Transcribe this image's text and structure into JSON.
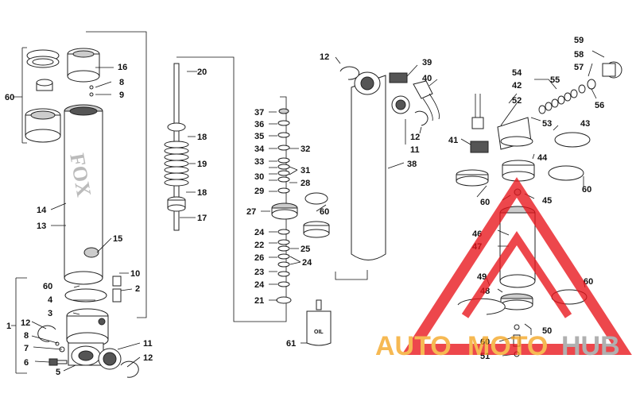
{
  "labels": {
    "l1": "1",
    "l2": "2",
    "l3": "3",
    "l4": "4",
    "l5": "5",
    "l6": "6",
    "l7": "7",
    "l8a": "8",
    "l8b": "8",
    "l9": "9",
    "l10": "10",
    "l11a": "11",
    "l11b": "11",
    "l12a": "12",
    "l12b": "12",
    "l12c": "12",
    "l12d": "12",
    "l13": "13",
    "l14": "14",
    "l15": "15",
    "l16": "16",
    "l17": "17",
    "l18a": "18",
    "l18b": "18",
    "l19": "19",
    "l20": "20",
    "l21": "21",
    "l22": "22",
    "l23": "23",
    "l24a": "24",
    "l24b": "24",
    "l24c": "24",
    "l25": "25",
    "l26": "26",
    "l27": "27",
    "l28": "28",
    "l29": "29",
    "l30": "30",
    "l31": "31",
    "l32": "32",
    "l33": "33",
    "l34": "34",
    "l35": "35",
    "l36": "36",
    "l37": "37",
    "l38": "38",
    "l39": "39",
    "l40": "40",
    "l41": "41",
    "l42": "42",
    "l43": "43",
    "l44": "44",
    "l45": "45",
    "l46": "46",
    "l47": "47",
    "l48": "48",
    "l49": "49",
    "l50": "50",
    "l51": "51",
    "l52": "52",
    "l53": "53",
    "l54": "54",
    "l55": "55",
    "l56": "56",
    "l57": "57",
    "l58": "58",
    "l59": "59",
    "l60a": "60",
    "l60b": "60",
    "l60c": "60",
    "l60d": "60",
    "l60e": "60",
    "l60f": "60",
    "l60g": "60",
    "l61": "61"
  },
  "oil_can_label": "OIL",
  "watermark": {
    "part1": "AUTO",
    "part2": "MOTO",
    "part3": "HUB"
  },
  "colors": {
    "watermark_red": "#e8141b",
    "watermark_orange": "#f4a623",
    "watermark_grey": "#9a9a9a"
  }
}
